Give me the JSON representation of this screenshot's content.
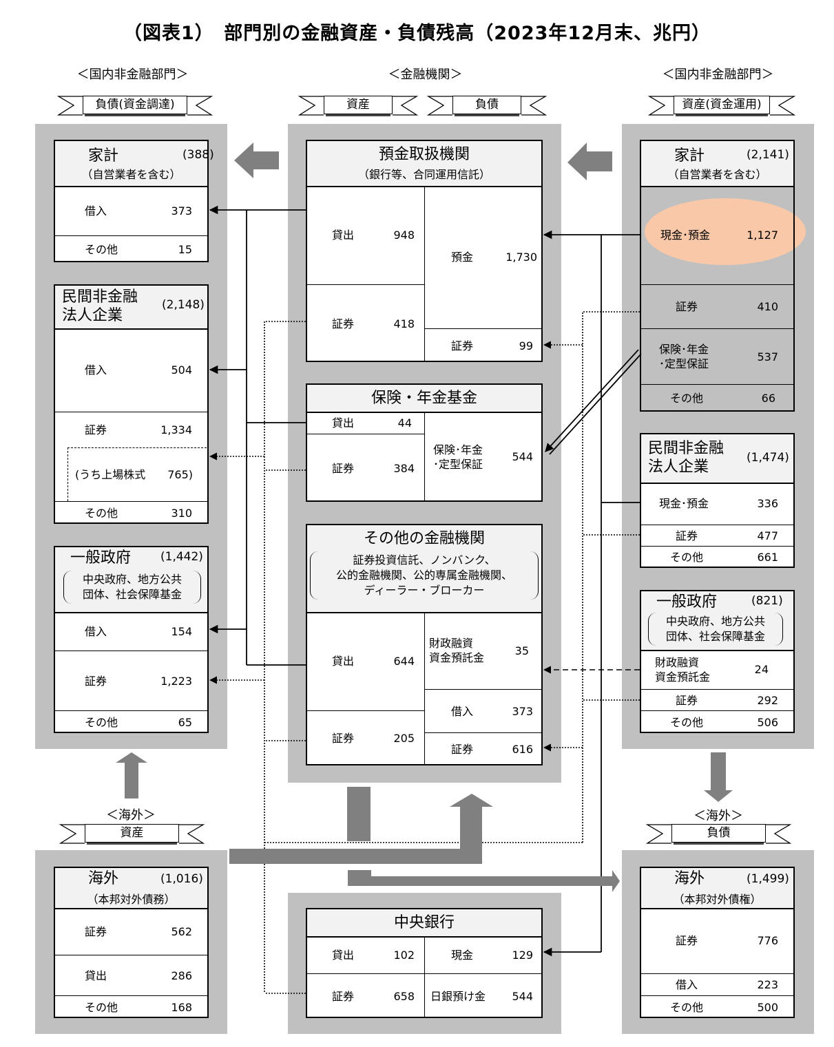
{
  "title": "（図表1）　部門別の金融資産・負債残高（2023年12月末、兆円）",
  "sections": {
    "left": "＜国内非金融部門＞",
    "center": "＜金融機関＞",
    "right": "＜国内非金融部門＞"
  },
  "ribbons": {
    "left_liabilities": "負債(資金調達)",
    "center_assets": "資産",
    "center_liabilities": "負債",
    "right_assets": "資産(資金運用)",
    "overseas_assets": "資産",
    "overseas_liabilities": "負債"
  },
  "overseas_labels": {
    "left": "＜海外＞",
    "right": "＜海外＞"
  },
  "colors": {
    "panel": "#c0c0c0",
    "arrow": "#808080",
    "highlight": "#f8c8a8"
  },
  "boxes": {
    "l_household": {
      "title": "家計",
      "total": "(388)",
      "subtitle": "（自営業者を含む）",
      "rows": [
        {
          "label": "借入",
          "value": "373"
        },
        {
          "label": "その他",
          "value": "15"
        }
      ]
    },
    "l_corp": {
      "title": "民間非金融\n法人企業",
      "total": "(2,148)",
      "subtitle": "",
      "rows": [
        {
          "label": "借入",
          "value": "504"
        },
        {
          "label": "証券",
          "value": "1,334"
        },
        {
          "label": "(うち上場株式",
          "value": "765)"
        },
        {
          "label": "その他",
          "value": "310"
        }
      ]
    },
    "l_gov": {
      "title": "一般政府",
      "total": "(1,442)",
      "subtitle": "中央政府、地方公共\n団体、社会保障基金",
      "rows": [
        {
          "label": "借入",
          "value": "154"
        },
        {
          "label": "証券",
          "value": "1,223"
        },
        {
          "label": "その他",
          "value": "65"
        }
      ]
    },
    "c_deposit": {
      "title": "預金取扱機関",
      "total": "",
      "subtitle": "（銀行等、合同運用信託）",
      "rows": [
        {
          "label": "貸出",
          "value": "948"
        },
        {
          "label": "証券",
          "value": "418"
        },
        {
          "label": "預金",
          "value": "1,730"
        },
        {
          "label": "証券",
          "value": "99"
        }
      ]
    },
    "c_insurance": {
      "title": "保険・年金基金",
      "total": "",
      "subtitle": "",
      "rows": [
        {
          "label": "貸出",
          "value": "44"
        },
        {
          "label": "証券",
          "value": "384"
        },
        {
          "label": "保険･年金\n･定型保証",
          "value": "544"
        }
      ]
    },
    "c_other": {
      "title": "その他の金融機関",
      "total": "",
      "subtitle": "証券投資信託、ノンバンク、\n公的金融機関、公的専属金融機関、\nディーラー・ブローカー",
      "rows": [
        {
          "label": "貸出",
          "value": "644"
        },
        {
          "label": "証券",
          "value": "205"
        },
        {
          "label": "財政融資\n資金預託金",
          "value": "35"
        },
        {
          "label": "借入",
          "value": "373"
        },
        {
          "label": "証券",
          "value": "616"
        }
      ]
    },
    "c_central": {
      "title": "中央銀行",
      "total": "",
      "subtitle": "",
      "rows": [
        {
          "label": "貸出",
          "value": "102"
        },
        {
          "label": "証券",
          "value": "658"
        },
        {
          "label": "現金",
          "value": "129"
        },
        {
          "label": "日銀預け金",
          "value": "544"
        }
      ]
    },
    "r_household": {
      "title": "家計",
      "total": "(2,141)",
      "subtitle": "（自営業者を含む）",
      "rows": [
        {
          "label": "現金･預金",
          "value": "1,127"
        },
        {
          "label": "証券",
          "value": "410"
        },
        {
          "label": "保険･年金\n･定型保証",
          "value": "537"
        },
        {
          "label": "その他",
          "value": "66"
        }
      ]
    },
    "r_corp": {
      "title": "民間非金融\n法人企業",
      "total": "(1,474)",
      "subtitle": "",
      "rows": [
        {
          "label": "現金･預金",
          "value": "336"
        },
        {
          "label": "証券",
          "value": "477"
        },
        {
          "label": "その他",
          "value": "661"
        }
      ]
    },
    "r_gov": {
      "title": "一般政府",
      "total": "(821)",
      "subtitle": "中央政府、地方公共\n団体、社会保障基金",
      "rows": [
        {
          "label": "財政融資\n資金預託金",
          "value": "24"
        },
        {
          "label": "証券",
          "value": "292"
        },
        {
          "label": "その他",
          "value": "506"
        }
      ]
    },
    "l_overseas": {
      "title": "海外",
      "total": "(1,016)",
      "subtitle": "（本邦対外債務）",
      "rows": [
        {
          "label": "証券",
          "value": "562"
        },
        {
          "label": "貸出",
          "value": "286"
        },
        {
          "label": "その他",
          "value": "168"
        }
      ]
    },
    "r_overseas": {
      "title": "海外",
      "total": "(1,499)",
      "subtitle": "（本邦対外債権）",
      "rows": [
        {
          "label": "証券",
          "value": "776"
        },
        {
          "label": "借入",
          "value": "223"
        },
        {
          "label": "その他",
          "value": "500"
        }
      ]
    }
  }
}
